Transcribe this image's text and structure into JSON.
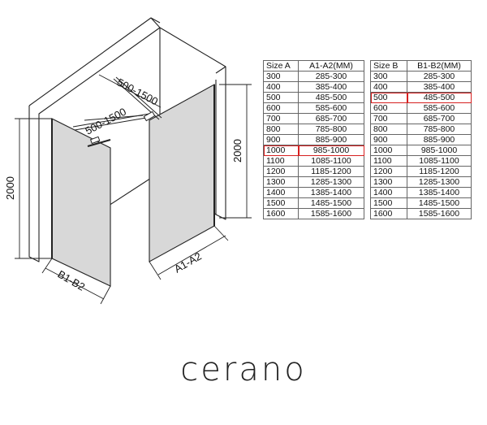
{
  "diagram": {
    "label_bar_long": "500-1500",
    "label_bar_short": "500-1500",
    "label_height_left": "2000",
    "label_height_right": "2000",
    "label_width_a": "A1-A2",
    "label_width_b": "B1-B2"
  },
  "table_a": {
    "header": [
      "Size  A",
      "A1-A2(MM)"
    ],
    "rows": [
      [
        "300",
        "285-300"
      ],
      [
        "400",
        "385-400"
      ],
      [
        "500",
        "485-500"
      ],
      [
        "600",
        "585-600"
      ],
      [
        "700",
        "685-700"
      ],
      [
        "800",
        "785-800"
      ],
      [
        "900",
        "885-900"
      ],
      [
        "1000",
        "985-1000"
      ],
      [
        "1100",
        "1085-1100"
      ],
      [
        "1200",
        "1185-1200"
      ],
      [
        "1300",
        "1285-1300"
      ],
      [
        "1400",
        "1385-1400"
      ],
      [
        "1500",
        "1485-1500"
      ],
      [
        "1600",
        "1585-1600"
      ]
    ],
    "highlight": "1000"
  },
  "table_b": {
    "header": [
      "Size  B",
      "B1-B2(MM)"
    ],
    "rows": [
      [
        "300",
        "285-300"
      ],
      [
        "400",
        "385-400"
      ],
      [
        "500",
        "485-500"
      ],
      [
        "600",
        "585-600"
      ],
      [
        "700",
        "685-700"
      ],
      [
        "800",
        "785-800"
      ],
      [
        "900",
        "885-900"
      ],
      [
        "1000",
        "985-1000"
      ],
      [
        "1100",
        "1085-1100"
      ],
      [
        "1200",
        "1185-1200"
      ],
      [
        "1300",
        "1285-1300"
      ],
      [
        "1400",
        "1385-1400"
      ],
      [
        "1500",
        "1485-1500"
      ],
      [
        "1600",
        "1585-1600"
      ]
    ],
    "highlight": "500"
  },
  "brand": "cerano",
  "colors": {
    "highlight": "#d62020",
    "panel_fill": "#d8d8d8",
    "line": "#222222"
  }
}
